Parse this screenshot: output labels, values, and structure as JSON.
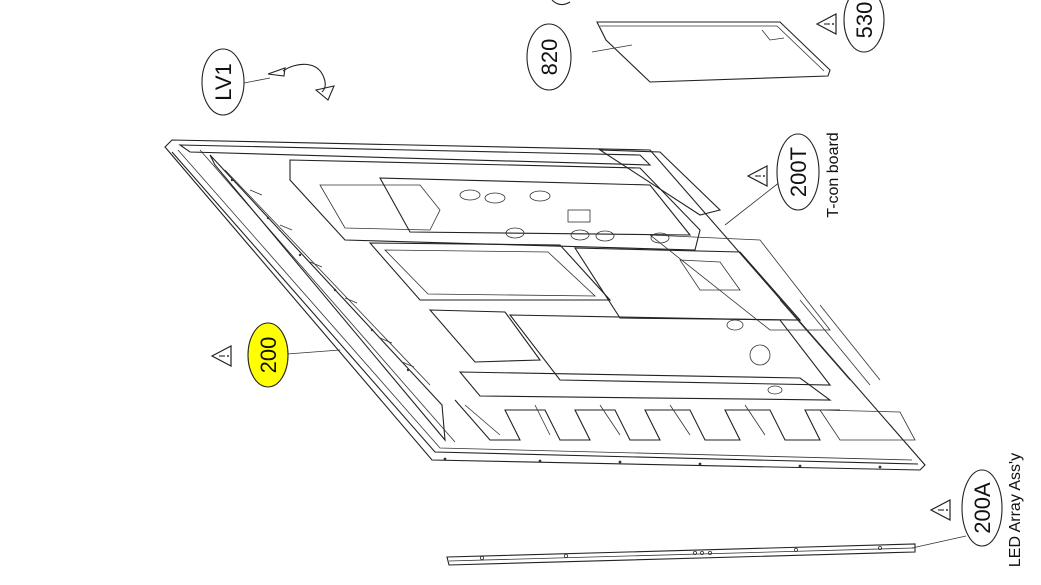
{
  "callouts": {
    "part_200": "200",
    "part_200T": "200T",
    "part_200A": "200A",
    "part_820": "820",
    "part_530": "530",
    "part_LV1": "LV1"
  },
  "labels": {
    "tcon": "T-con board",
    "led": "LED Array Ass'y"
  },
  "highlight_color": "#ffff00",
  "icons": [
    "warning-triangle-icon"
  ]
}
